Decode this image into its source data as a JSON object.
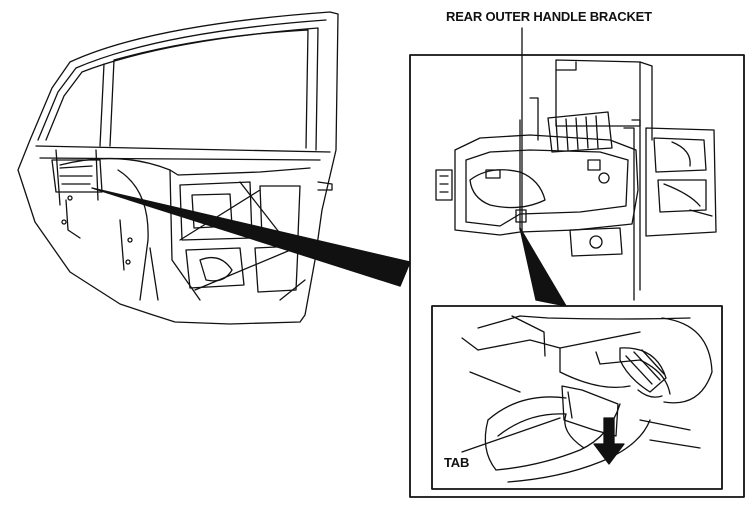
{
  "labels": {
    "bracket": "REAR OUTER HANDLE BRACKET",
    "tab": "TAB"
  },
  "colors": {
    "ink": "#111111",
    "background": "#ffffff"
  },
  "arrow_direction": "down"
}
